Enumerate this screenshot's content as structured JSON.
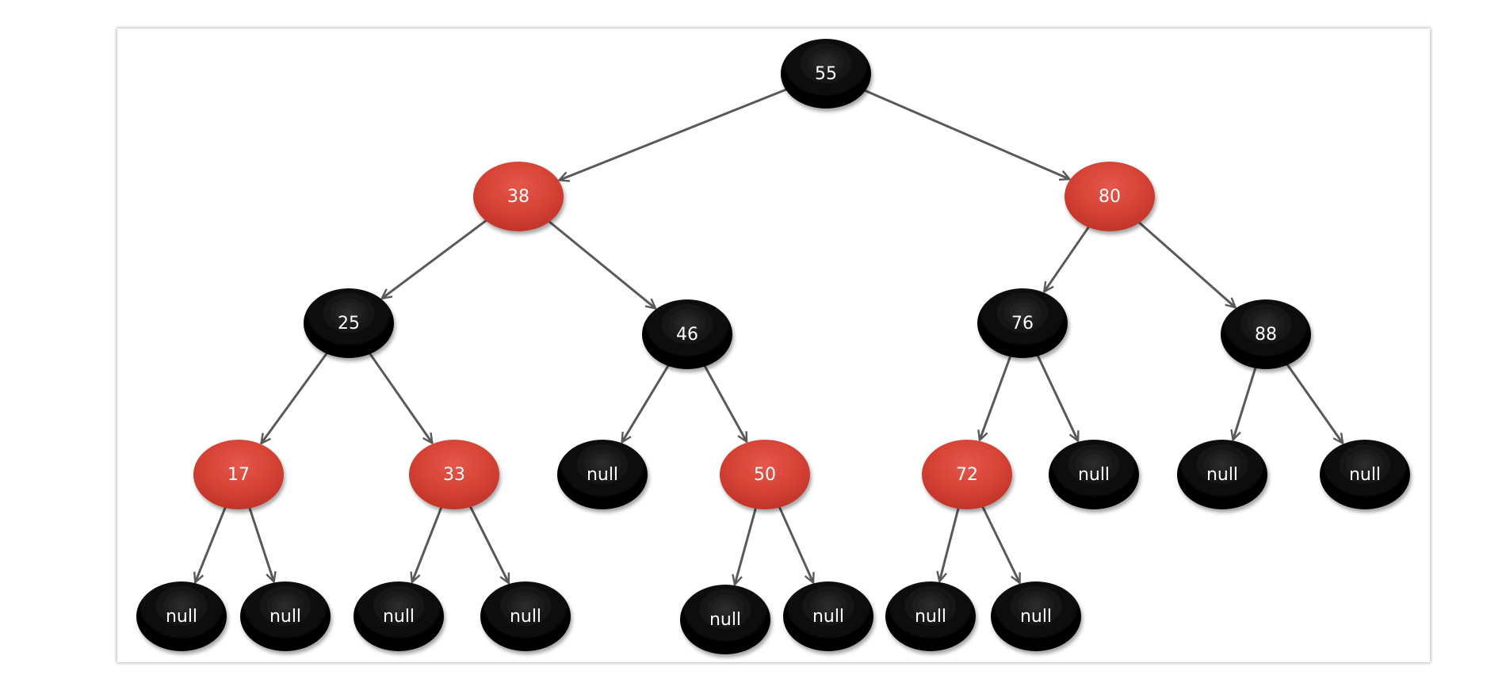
{
  "diagram": {
    "colors": {
      "red": "#d64235",
      "black": "#0a0a0a",
      "edge": "#595959",
      "label": "#ffffff"
    },
    "nodes": [
      {
        "id": "n55",
        "label": "55",
        "color": "black"
      },
      {
        "id": "n38",
        "label": "38",
        "color": "red"
      },
      {
        "id": "n80",
        "label": "80",
        "color": "red"
      },
      {
        "id": "n25",
        "label": "25",
        "color": "black"
      },
      {
        "id": "n46",
        "label": "46",
        "color": "black"
      },
      {
        "id": "n76",
        "label": "76",
        "color": "black"
      },
      {
        "id": "n88",
        "label": "88",
        "color": "black"
      },
      {
        "id": "n17",
        "label": "17",
        "color": "red"
      },
      {
        "id": "n33",
        "label": "33",
        "color": "red"
      },
      {
        "id": "null46L",
        "label": "null",
        "color": "black"
      },
      {
        "id": "n50",
        "label": "50",
        "color": "red"
      },
      {
        "id": "n72",
        "label": "72",
        "color": "red"
      },
      {
        "id": "null76R",
        "label": "null",
        "color": "black"
      },
      {
        "id": "null88L",
        "label": "null",
        "color": "black"
      },
      {
        "id": "null88R",
        "label": "null",
        "color": "black"
      },
      {
        "id": "null17L",
        "label": "null",
        "color": "black"
      },
      {
        "id": "null17R",
        "label": "null",
        "color": "black"
      },
      {
        "id": "null33L",
        "label": "null",
        "color": "black"
      },
      {
        "id": "null33R",
        "label": "null",
        "color": "black"
      },
      {
        "id": "null50L",
        "label": "null",
        "color": "black"
      },
      {
        "id": "null50R",
        "label": "null",
        "color": "black"
      },
      {
        "id": "null72L",
        "label": "null",
        "color": "black"
      },
      {
        "id": "null72R",
        "label": "null",
        "color": "black"
      }
    ],
    "edges": [
      {
        "from": "n55",
        "to": "n38"
      },
      {
        "from": "n55",
        "to": "n80"
      },
      {
        "from": "n38",
        "to": "n25"
      },
      {
        "from": "n38",
        "to": "n46"
      },
      {
        "from": "n80",
        "to": "n76"
      },
      {
        "from": "n80",
        "to": "n88"
      },
      {
        "from": "n25",
        "to": "n17"
      },
      {
        "from": "n25",
        "to": "n33"
      },
      {
        "from": "n46",
        "to": "null46L"
      },
      {
        "from": "n46",
        "to": "n50"
      },
      {
        "from": "n76",
        "to": "n72"
      },
      {
        "from": "n76",
        "to": "null76R"
      },
      {
        "from": "n88",
        "to": "null88L"
      },
      {
        "from": "n88",
        "to": "null88R"
      },
      {
        "from": "n17",
        "to": "null17L"
      },
      {
        "from": "n17",
        "to": "null17R"
      },
      {
        "from": "n33",
        "to": "null33L"
      },
      {
        "from": "n33",
        "to": "null33R"
      },
      {
        "from": "n50",
        "to": "null50L"
      },
      {
        "from": "n50",
        "to": "null50R"
      },
      {
        "from": "n72",
        "to": "null72L"
      },
      {
        "from": "n72",
        "to": "null72R"
      }
    ]
  }
}
